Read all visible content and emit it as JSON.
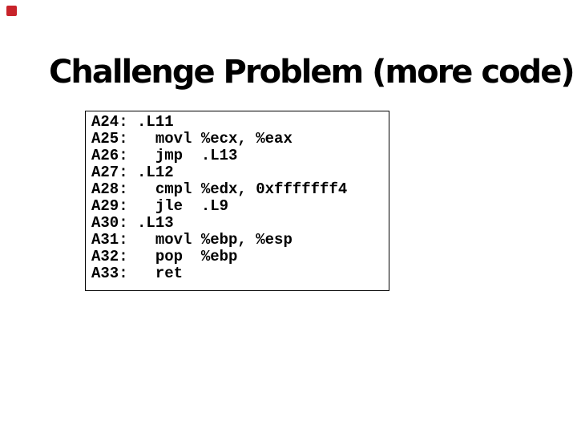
{
  "slide": {
    "title": "Challenge Problem (more code)",
    "code_lines": [
      "A24: .L11",
      "A25:   movl %ecx, %eax",
      "A26:   jmp  .L13",
      "A27: .L12",
      "A28:   cmpl %edx, 0xfffffff4",
      "A29:   jle  .L9",
      "A30: .L13",
      "A31:   movl %ebp, %esp",
      "A32:   pop  %ebp",
      "A33:   ret"
    ]
  },
  "colors": {
    "marker_red": "#c8232a",
    "text": "#000000",
    "background": "#ffffff",
    "box_border": "#000000"
  }
}
